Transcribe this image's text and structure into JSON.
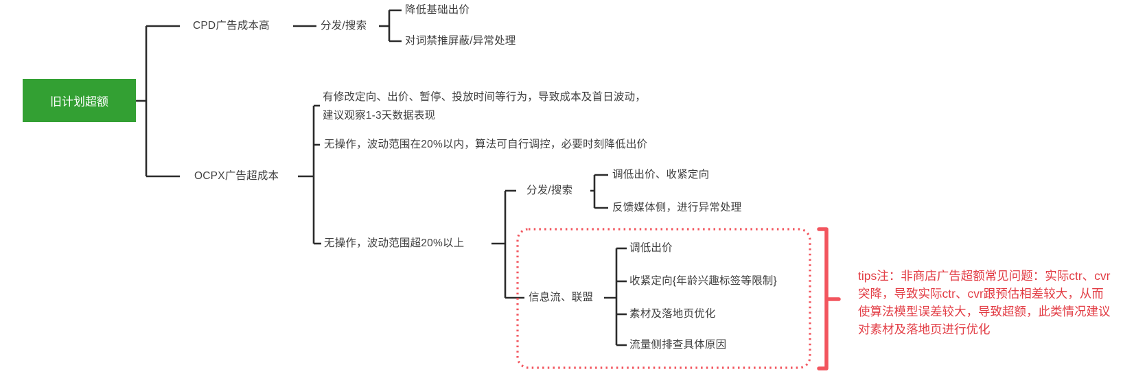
{
  "colors": {
    "root_bg": "#33a033",
    "root_text": "#ffffff",
    "line": "#2b2b2b",
    "node_text": "#3f3f3f",
    "highlight_red": "#f2555e",
    "tips_text_red": "#e23c44"
  },
  "root": {
    "label": "旧计划超额"
  },
  "cpd": {
    "label": "CPD广告成本高",
    "channel": "分发/搜索",
    "leaves": [
      "降低基础出价",
      "对词禁推屏蔽/异常处理"
    ]
  },
  "ocpx": {
    "label": "OCPX广告超成本",
    "case_modified": {
      "line1": "有修改定向、出价、暂停、投放时间等行为，导致成本及首日波动，",
      "line2": "建议观察1-3天数据表现"
    },
    "case_within20": "无操作，波动范围在20%以内，算法可自行调控，必要时刻降低出价",
    "case_over20": {
      "label": "无操作，波动范围超20%以上",
      "dist_search": {
        "label": "分发/搜索",
        "leaves": [
          "调低出价、收紧定向",
          "反馈媒体侧，进行异常处理"
        ]
      },
      "feed_union": {
        "label": "信息流、联盟",
        "leaves": [
          "调低出价",
          "收紧定向{年龄兴趣标签等限制}",
          "素材及落地页优化",
          "流量侧排查具体原因"
        ]
      }
    }
  },
  "tips": {
    "lines": [
      "tips注：非商店广告超额常见问题：实际ctr、cvr",
      "突降，导致实际ctr、cvr跟预估相差较大，从而",
      "使算法模型误差较大，导致超额，此类情况建议",
      "对素材及落地页进行优化"
    ]
  }
}
